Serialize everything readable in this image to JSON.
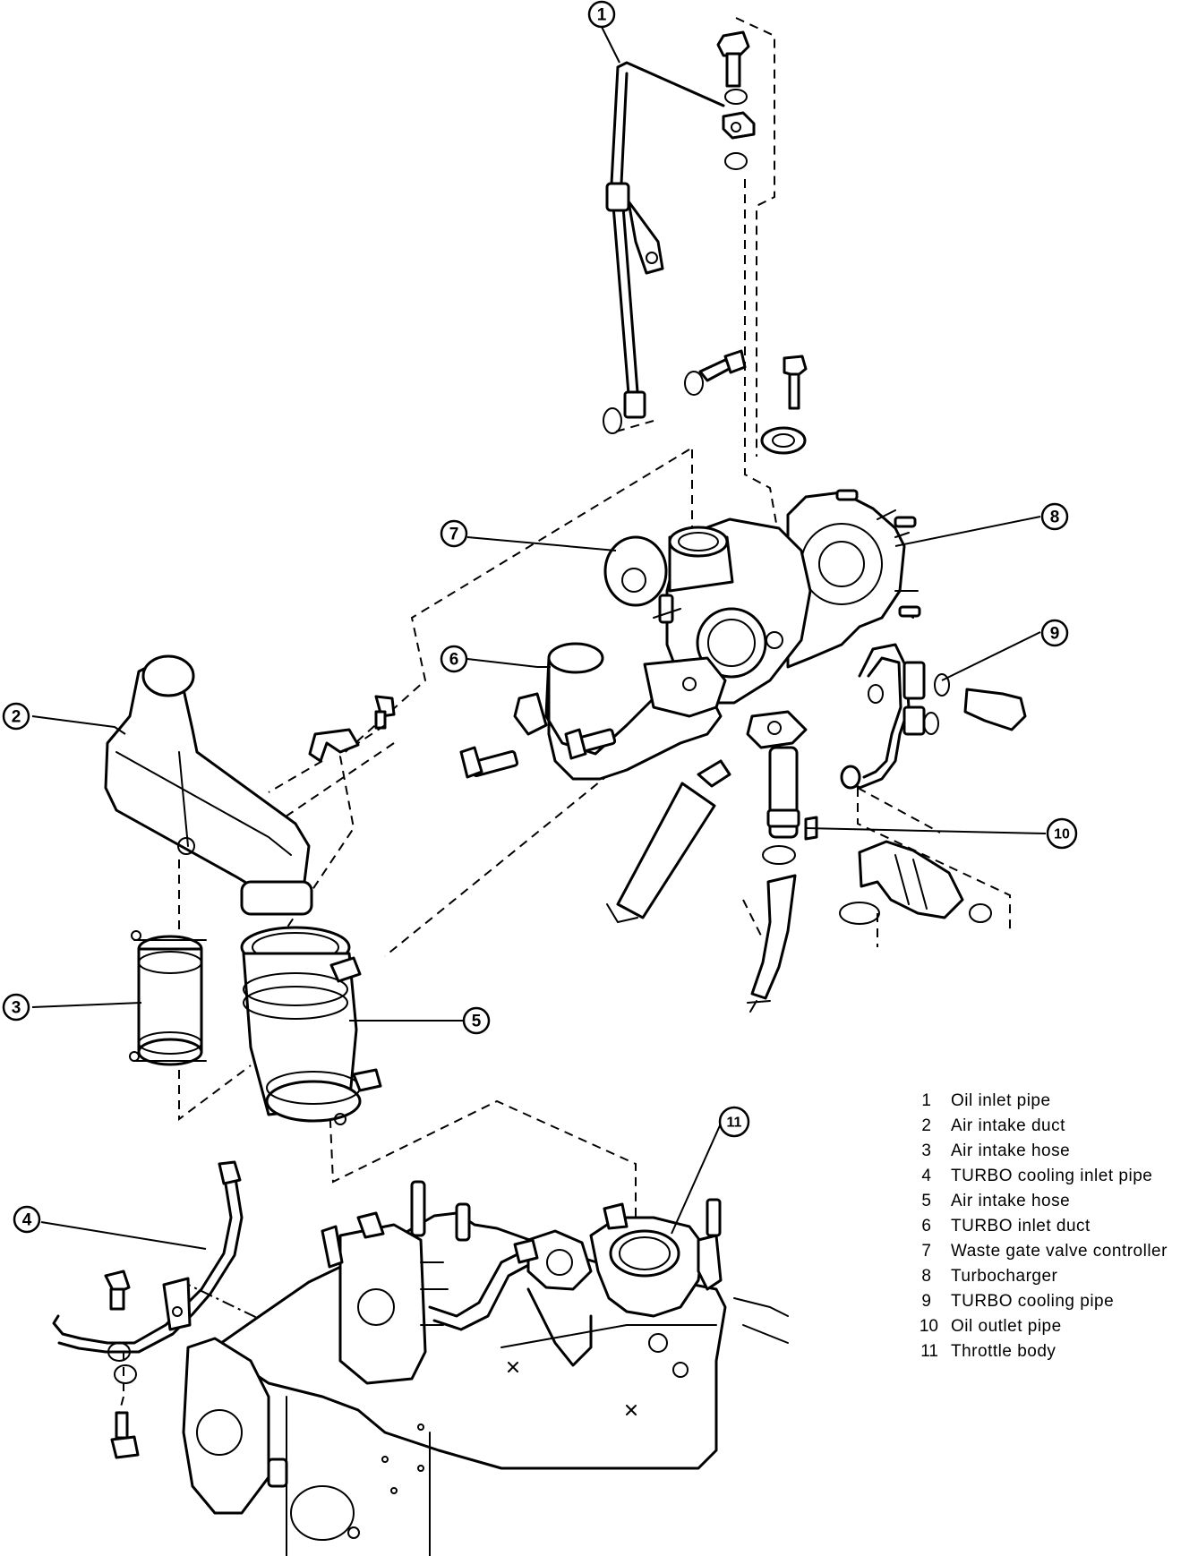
{
  "legend": [
    {
      "num": "1",
      "label": "Oil inlet pipe"
    },
    {
      "num": "2",
      "label": "Air intake duct"
    },
    {
      "num": "3",
      "label": "Air intake hose"
    },
    {
      "num": "4",
      "label": "TURBO cooling inlet pipe"
    },
    {
      "num": "5",
      "label": "Air intake hose"
    },
    {
      "num": "6",
      "label": "TURBO inlet duct"
    },
    {
      "num": "7",
      "label": "Waste gate valve controller"
    },
    {
      "num": "8",
      "label": "Turbocharger"
    },
    {
      "num": "9",
      "label": "TURBO cooling pipe"
    },
    {
      "num": "10",
      "label": "Oil outlet pipe"
    },
    {
      "num": "11",
      "label": "Throttle body"
    }
  ],
  "callouts": [
    "1",
    "2",
    "3",
    "4",
    "5",
    "6",
    "7",
    "8",
    "9",
    "10",
    "11"
  ]
}
